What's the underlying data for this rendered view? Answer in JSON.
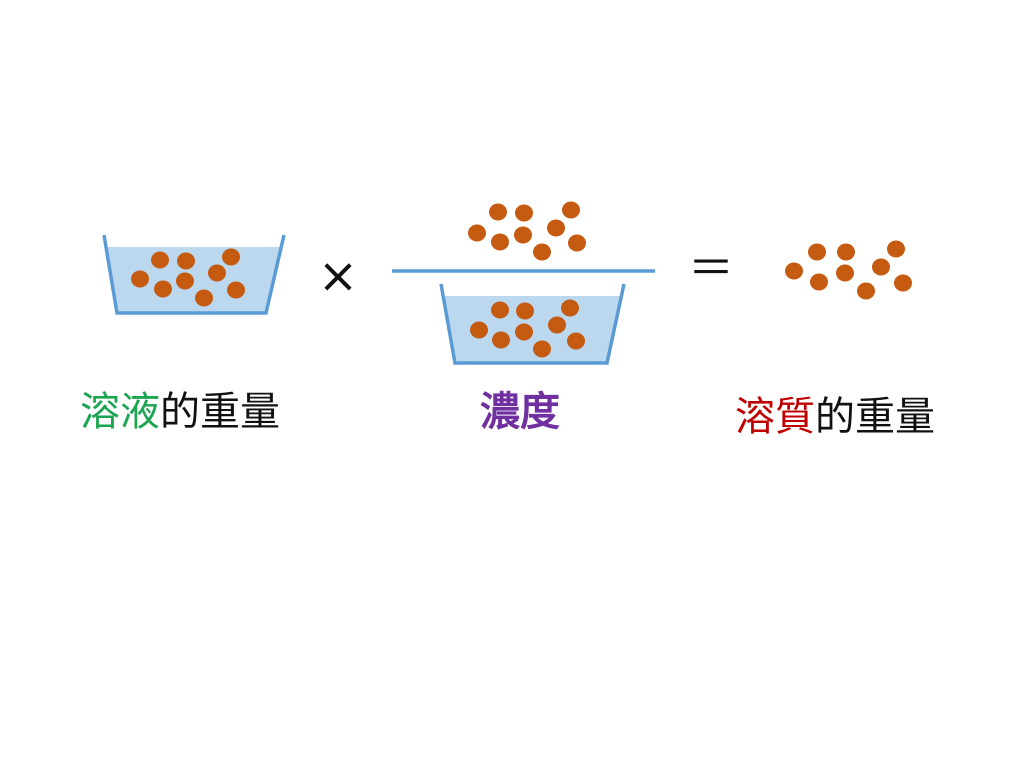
{
  "colors": {
    "water_fill": "#bcd8ef",
    "container_stroke": "#5b9bd5",
    "particle": "#c55a11",
    "operator": "#111111",
    "label_default": "#111111",
    "label_solution": "#1aa550",
    "label_concentration": "#7030a0",
    "label_solute": "#c00000"
  },
  "operators": {
    "multiply": "×",
    "equals": "＝"
  },
  "labels": {
    "solution_weight": {
      "highlight": "溶液",
      "rest": "的重量"
    },
    "concentration": "濃度",
    "solute_weight": {
      "highlight": "溶質",
      "rest": "的重量"
    }
  },
  "icons": {
    "solution_basin": "basin-with-particles-icon",
    "fraction_numerator": "particles-icon",
    "fraction_denominator": "basin-with-particles-icon",
    "result": "particles-icon"
  }
}
